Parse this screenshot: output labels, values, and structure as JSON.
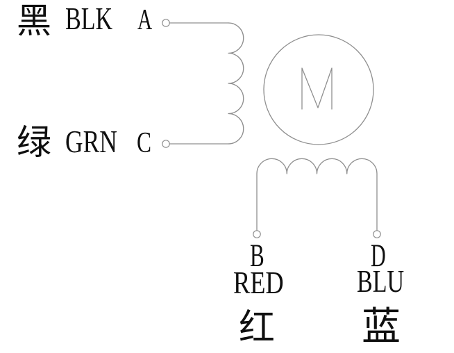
{
  "colors": {
    "background": "#ffffff",
    "line": "#8f8f8f",
    "text": "#0f0f0f"
  },
  "motor": {
    "label": "M"
  },
  "phase_ac": {
    "terminal_a": {
      "pin": "A",
      "color_abbr": "BLK",
      "color_cn": "黑"
    },
    "terminal_c": {
      "pin": "C",
      "color_abbr": "GRN",
      "color_cn": "绿"
    }
  },
  "phase_bd": {
    "terminal_b": {
      "pin": "B",
      "color_abbr": "RED",
      "color_cn": "红"
    },
    "terminal_d": {
      "pin": "D",
      "color_abbr": "BLU",
      "color_cn": "蓝"
    }
  }
}
